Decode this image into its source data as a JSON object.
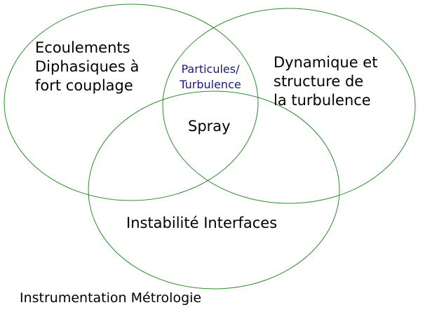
{
  "diagram": {
    "stroke_color": "#2e8b2e",
    "background": "#ffffff",
    "sets": [
      {
        "id": "ecoulements",
        "label": "Ecoulements\nDiphasiques à\nfort couplage",
        "color": "#000000"
      },
      {
        "id": "dynamique",
        "label": "Dynamique et\nstructure de\nla turbulence",
        "color": "#000000"
      },
      {
        "id": "instabilite",
        "label": "Instabilité Interfaces",
        "color": "#000000"
      }
    ],
    "intersections": {
      "particules_turbulence": {
        "label": "Particules/\nTurbulence",
        "color": "#1a1a7a"
      },
      "center": {
        "label": "Spray",
        "color": "#000000"
      }
    },
    "footer": {
      "label": "Instrumentation Métrologie",
      "color": "#000000"
    }
  }
}
